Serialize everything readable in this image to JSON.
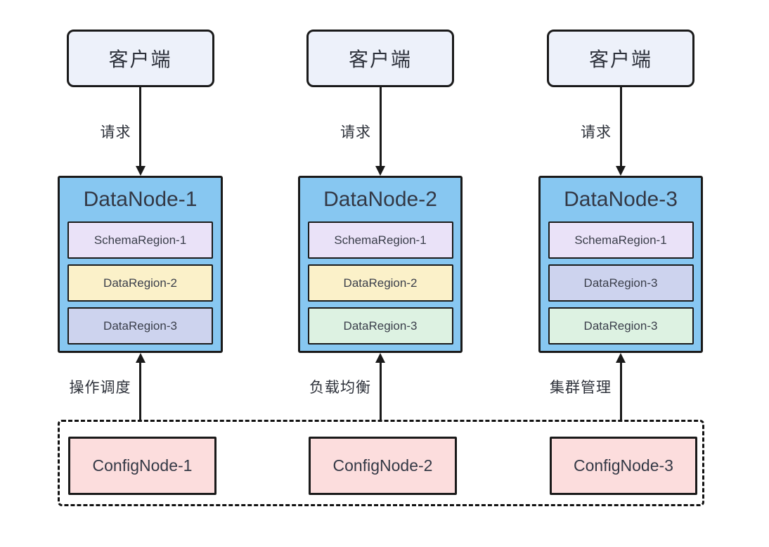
{
  "colors": {
    "client_bg": "#edf1fa",
    "datanode_bg": "#87c7f1",
    "confignode_bg": "#fcdddd",
    "region_lavender": "#eae2f8",
    "region_yellow": "#fbf1c9",
    "region_periwinkle": "#cdd3ee",
    "region_green": "#ddf2e2",
    "border": "#1a1a1a",
    "text": "#333845"
  },
  "columns": [
    {
      "client": "客户端",
      "request_label": "请求",
      "datanode": {
        "title": "DataNode-1",
        "regions": [
          {
            "label": "SchemaRegion-1",
            "bg": "#eae2f8"
          },
          {
            "label": "DataRegion-2",
            "bg": "#fbf1c9"
          },
          {
            "label": "DataRegion-3",
            "bg": "#cdd3ee"
          }
        ]
      },
      "config_arrow_label": "操作调度",
      "confignode": "ConfigNode-1"
    },
    {
      "client": "客户端",
      "request_label": "请求",
      "datanode": {
        "title": "DataNode-2",
        "regions": [
          {
            "label": "SchemaRegion-1",
            "bg": "#eae2f8"
          },
          {
            "label": "DataRegion-2",
            "bg": "#fbf1c9"
          },
          {
            "label": "DataRegion-3",
            "bg": "#ddf2e2"
          }
        ]
      },
      "config_arrow_label": "负载均衡",
      "confignode": "ConfigNode-2"
    },
    {
      "client": "客户端",
      "request_label": "请求",
      "datanode": {
        "title": "DataNode-3",
        "regions": [
          {
            "label": "SchemaRegion-1",
            "bg": "#eae2f8"
          },
          {
            "label": "DataRegion-3",
            "bg": "#cdd3ee"
          },
          {
            "label": "DataRegion-3",
            "bg": "#ddf2e2"
          }
        ]
      },
      "config_arrow_label": "集群管理",
      "confignode": "ConfigNode-3"
    }
  ]
}
